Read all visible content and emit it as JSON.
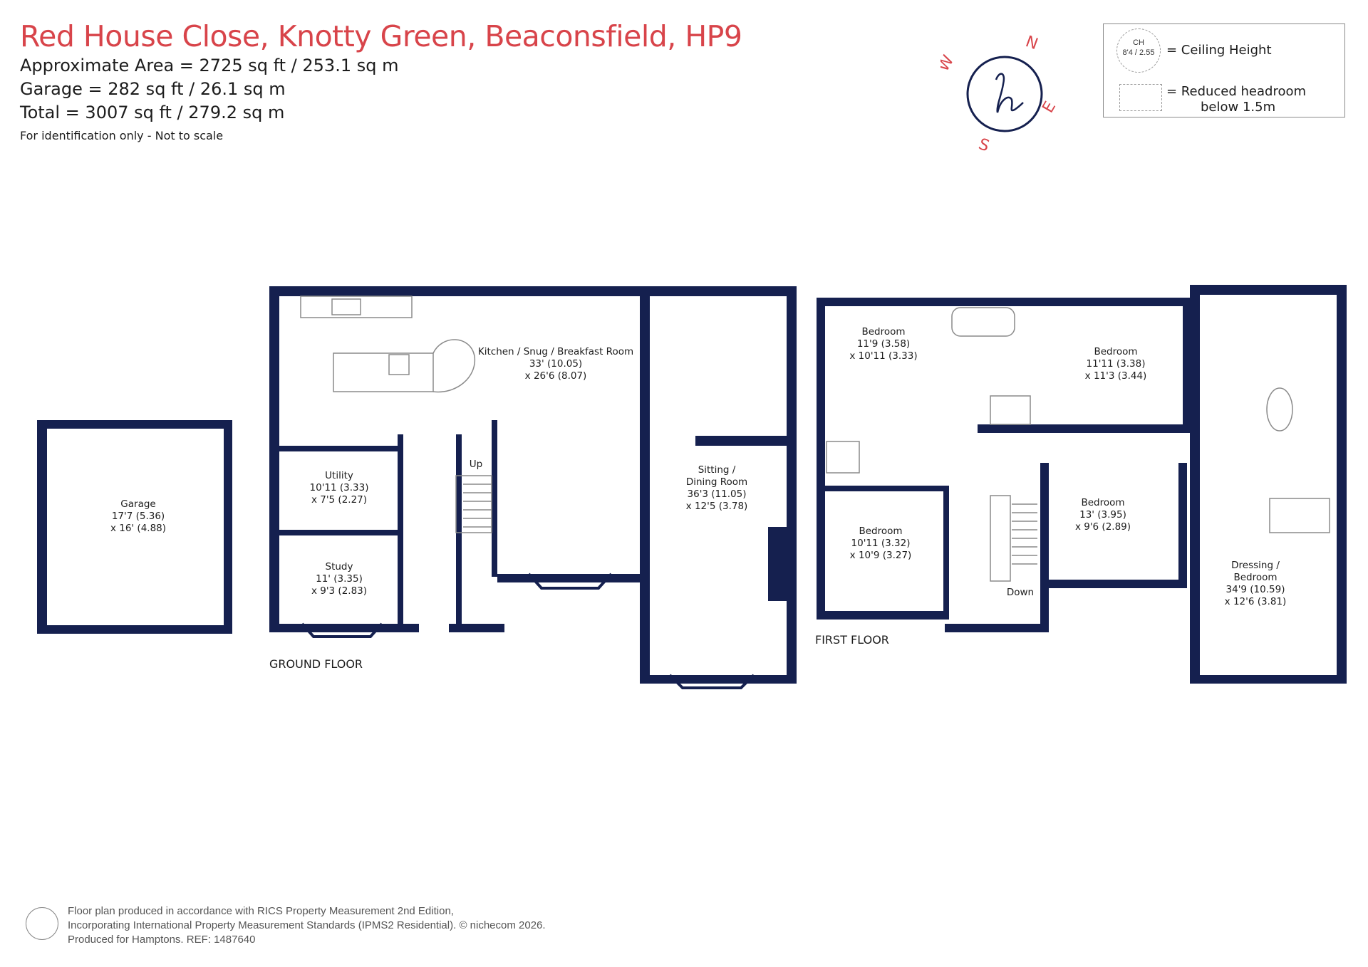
{
  "header": {
    "title": "Red House Close, Knotty Green, Beaconsfield, HP9",
    "approx_area": "Approximate Area = 2725 sq ft / 253.1 sq m",
    "garage_area": "Garage = 282 sq ft / 26.1 sq m",
    "total_area": "Total = 3007 sq ft / 279.2 sq m",
    "note": "For identification only - Not to scale"
  },
  "compass": {
    "n": "N",
    "e": "E",
    "s": "S",
    "w": "W",
    "logo": "h"
  },
  "legend": {
    "ch_label": "CH",
    "ch_value": "8'4 / 2.55",
    "ceiling_height": "= Ceiling Height",
    "reduced_headroom_1": "= Reduced headroom",
    "reduced_headroom_2": "below 1.5m"
  },
  "colors": {
    "wall": "#15204f",
    "accent": "#d8444a",
    "line": "#8a8a8a"
  },
  "rooms": {
    "garage": [
      "Garage",
      "17'7 (5.36)",
      "x 16' (4.88)"
    ],
    "kitchen": [
      "Kitchen / Snug / Breakfast Room",
      "33' (10.05)",
      "x 26'6 (8.07)"
    ],
    "utility": [
      "Utility",
      "10'11 (3.33)",
      "x 7'5 (2.27)"
    ],
    "study": [
      "Study",
      "11' (3.35)",
      "x 9'3 (2.83)"
    ],
    "sitting": [
      "Sitting /",
      "Dining Room",
      "36'3 (11.05)",
      "x 12'5 (3.78)"
    ],
    "bed1": [
      "Bedroom",
      "11'9 (3.58)",
      "x 10'11 (3.33)"
    ],
    "bed2": [
      "Bedroom",
      "11'11 (3.38)",
      "x 11'3 (3.44)"
    ],
    "bed3": [
      "Bedroom",
      "10'11 (3.32)",
      "x 10'9 (3.27)"
    ],
    "bed4": [
      "Bedroom",
      "13' (3.95)",
      "x 9'6 (2.89)"
    ],
    "dressing": [
      "Dressing /",
      "Bedroom",
      "34'9 (10.59)",
      "x 12'6 (3.81)"
    ],
    "up": "Up",
    "down": "Down"
  },
  "floors": {
    "ground": "GROUND FLOOR",
    "first": "FIRST FLOOR"
  },
  "footer": {
    "line1": "Floor plan produced in accordance with RICS Property Measurement 2nd Edition,",
    "line2": "Incorporating International Property Measurement Standards (IPMS2 Residential).   © nichecom 2026.",
    "line3": "Produced for Hamptons.   REF:  1487640"
  }
}
